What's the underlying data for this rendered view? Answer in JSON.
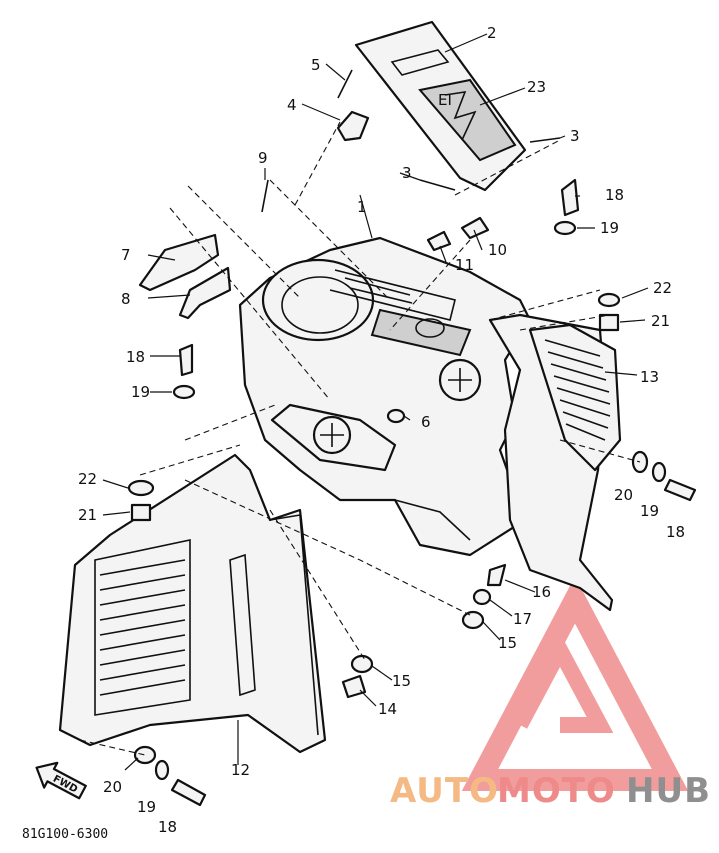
{
  "diagram": {
    "callouts": {
      "c1": "1",
      "c2": "2",
      "c3a": "3",
      "c3b": "3",
      "c4": "4",
      "c5": "5",
      "c6": "6",
      "c7": "7",
      "c8": "8",
      "c9": "9",
      "c10": "10",
      "c11": "11",
      "c12": "12",
      "c13": "13",
      "c14": "14",
      "c15a": "15",
      "c15b": "15",
      "c16": "16",
      "c17": "17",
      "c18a": "18",
      "c18b": "18",
      "c18c": "18",
      "c18d": "18",
      "c19a": "19",
      "c19b": "19",
      "c19c": "19",
      "c19d": "19",
      "c20a": "20",
      "c20b": "20",
      "c21a": "21",
      "c21b": "21",
      "c22a": "22",
      "c22b": "22",
      "c23": "23"
    },
    "direction_label": "FWD",
    "drawing_code": "81G100-6300"
  },
  "watermark": {
    "part1": "AUTO",
    "part2": "MOTO",
    "part3": "HUB",
    "colors": {
      "orange": "#f5b984",
      "red": "#ef8a8a",
      "gray": "#8f8f8f",
      "logo": "#f08c8c"
    }
  }
}
